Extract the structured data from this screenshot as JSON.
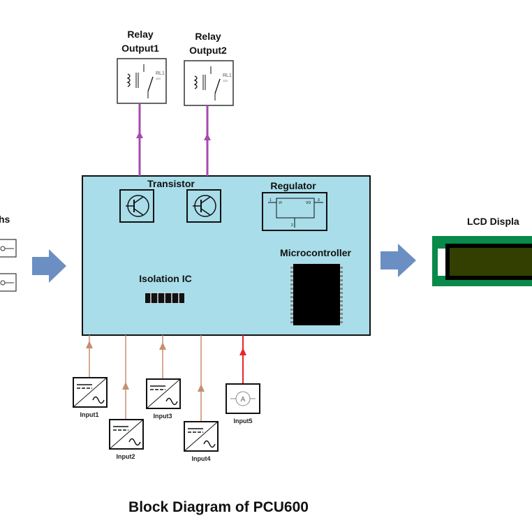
{
  "title": "Block Diagram of PCU600",
  "left_label": "hs",
  "lcd": {
    "label": "LCD Displa"
  },
  "relays": [
    {
      "line1": "Relay",
      "line2": "Output1",
      "coil_label": "RL1",
      "voltage": "12V"
    },
    {
      "line1": "Relay",
      "line2": "Output2",
      "coil_label": "RL1",
      "voltage": "12V"
    }
  ],
  "main_block": {
    "transistor": "Transistor",
    "regulator": "Regulator",
    "regulator_pins": {
      "in": "1",
      "out": "3",
      "gnd": "2",
      "vi": "VI",
      "vo": "VO"
    },
    "microcontroller": "Microcontroller",
    "isolation_ic": "Isolation IC"
  },
  "inputs": [
    {
      "label": "Input1",
      "type": "dc-ac-converter"
    },
    {
      "label": "Input2",
      "type": "dc-ac-converter"
    },
    {
      "label": "Input3",
      "type": "dc-ac-converter"
    },
    {
      "label": "Input4",
      "type": "dc-ac-converter"
    },
    {
      "label": "Input5",
      "type": "ammeter",
      "symbol": "A"
    }
  ],
  "colors": {
    "block_fill": "#a8dde9",
    "relay_line": "#a64ab0",
    "input_line": "#c98e6e",
    "input5_line": "#e8252b",
    "arrow": "#6b8fc3",
    "lcd_board": "#0a8a4a",
    "lcd_screen": "#333f00"
  }
}
